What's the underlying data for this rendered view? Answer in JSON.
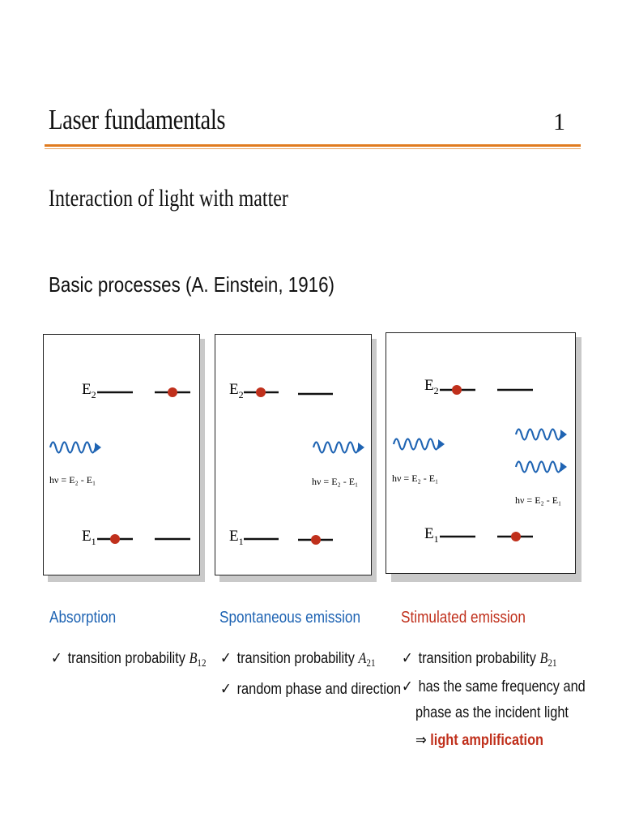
{
  "header": {
    "title": "Laser fundamentals",
    "page_number": "1"
  },
  "subtitle": "Interaction of light with matter",
  "heading": "Basic processes (A. Einstein, 1916)",
  "diagram_labels": {
    "E2": "E",
    "E1": "E",
    "sub2": "2",
    "sub1": "1",
    "photon_relation": "hν = E₂ - E₁"
  },
  "colors": {
    "accent_rule": "#e07b1f",
    "wave_blue": "#1f64b3",
    "electron_red": "#c0301c",
    "title_red": "#c0301c"
  },
  "processes": [
    {
      "title": "Absorption",
      "bullets": [
        {
          "check": "✓",
          "text": "transition probability ",
          "var": "B",
          "sub": "12"
        }
      ]
    },
    {
      "title": "Spontaneous emission",
      "bullets": [
        {
          "check": "✓",
          "text": "transition probability ",
          "var": "A",
          "sub": "21"
        },
        {
          "check": "✓",
          "text": "random phase and direction"
        }
      ]
    },
    {
      "title": "Stimulated emission",
      "bullets": [
        {
          "check": "✓",
          "text": "transition probability ",
          "var": "B",
          "sub": "21"
        },
        {
          "check": "✓",
          "text": "has the same frequency and"
        },
        {
          "text": "phase as the incident light"
        },
        {
          "arrow": "⇒",
          "highlight": "light amplification"
        }
      ]
    }
  ]
}
